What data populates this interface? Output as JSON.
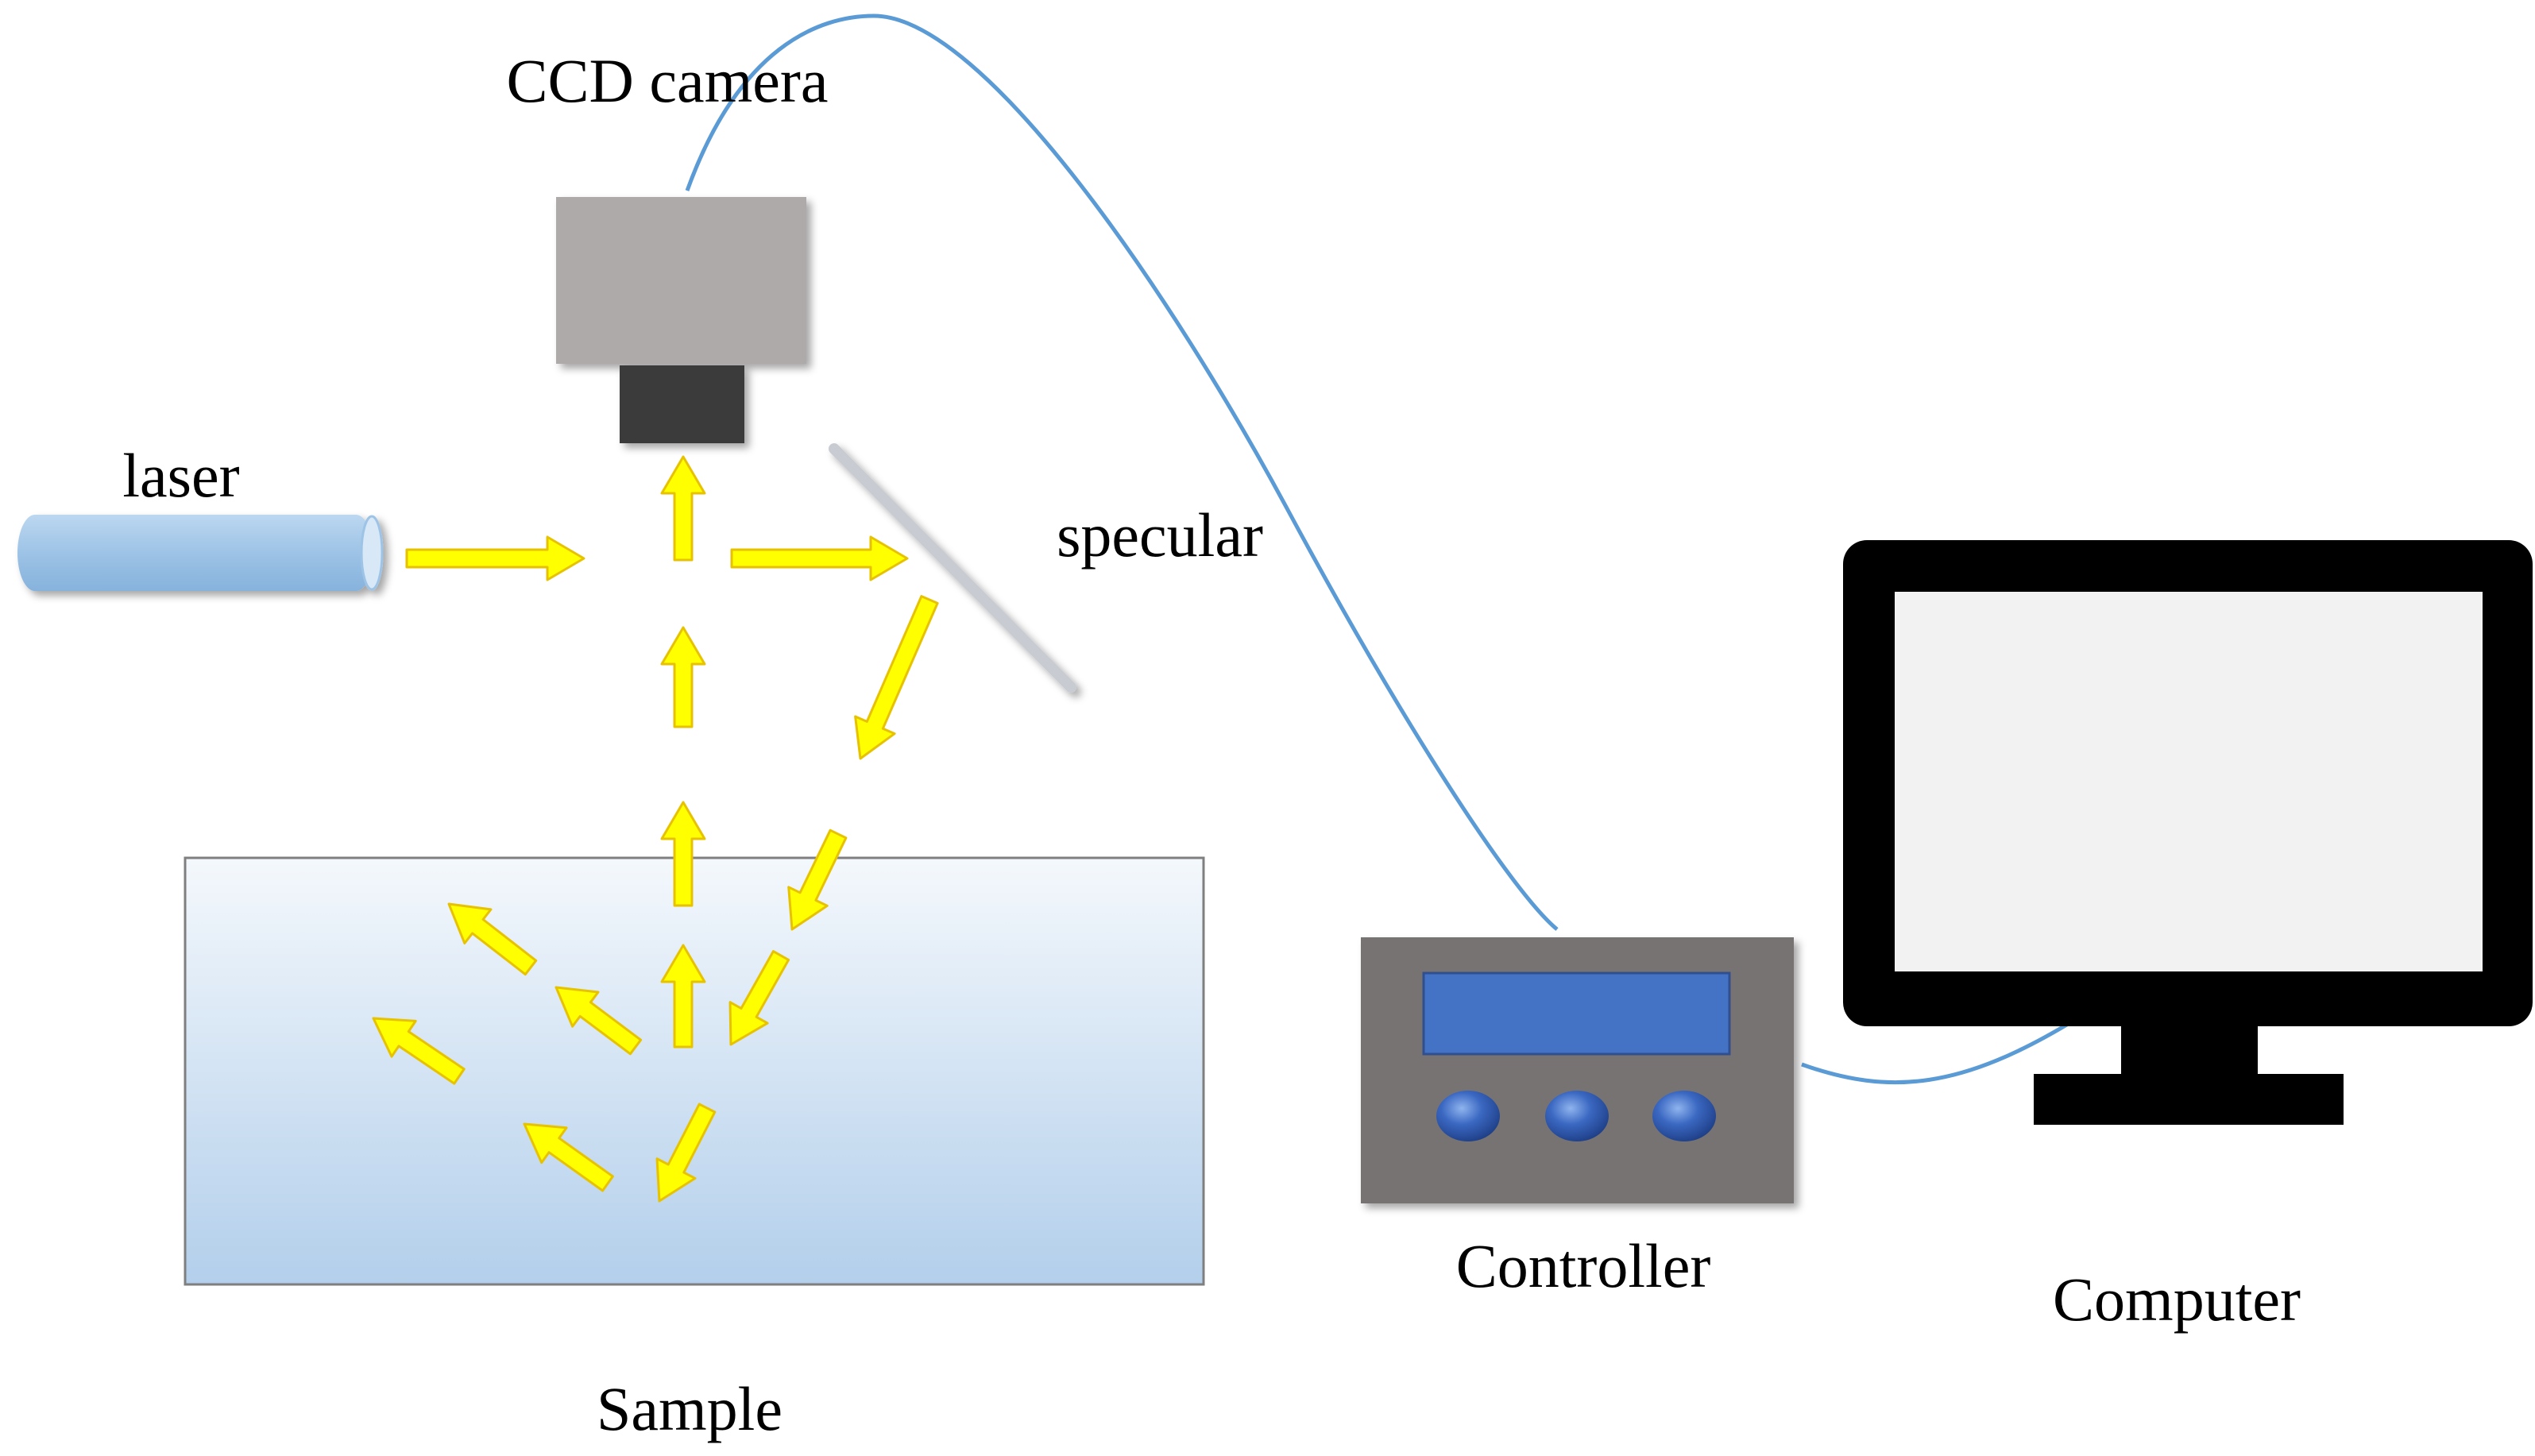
{
  "labels": {
    "camera": "CCD camera",
    "laser": "laser",
    "mirror": "specular",
    "sample": "Sample",
    "controller": "Controller",
    "computer": "Computer"
  },
  "colors": {
    "arrow_fill": "#ffff00",
    "arrow_stroke": "#e6c200",
    "cable": "#5b9bd5",
    "camera_body": "#aeaaaa",
    "camera_lens": "#3b3b3b",
    "laser_body": "#9dc3e6",
    "mirror": "#c8ccd2",
    "sample_top": "#f4f8fc",
    "sample_bottom": "#b3cfeb",
    "controller_body": "#787373",
    "controller_screen": "#4472c4",
    "controller_knob": "#2f5597",
    "monitor_frame": "#000000",
    "monitor_screen": "#f2f2f2"
  },
  "icons": {
    "camera": "ccd-camera-icon",
    "laser": "laser-tube-icon",
    "mirror": "mirror-icon",
    "controller": "controller-box-icon",
    "computer": "computer-monitor-icon"
  }
}
